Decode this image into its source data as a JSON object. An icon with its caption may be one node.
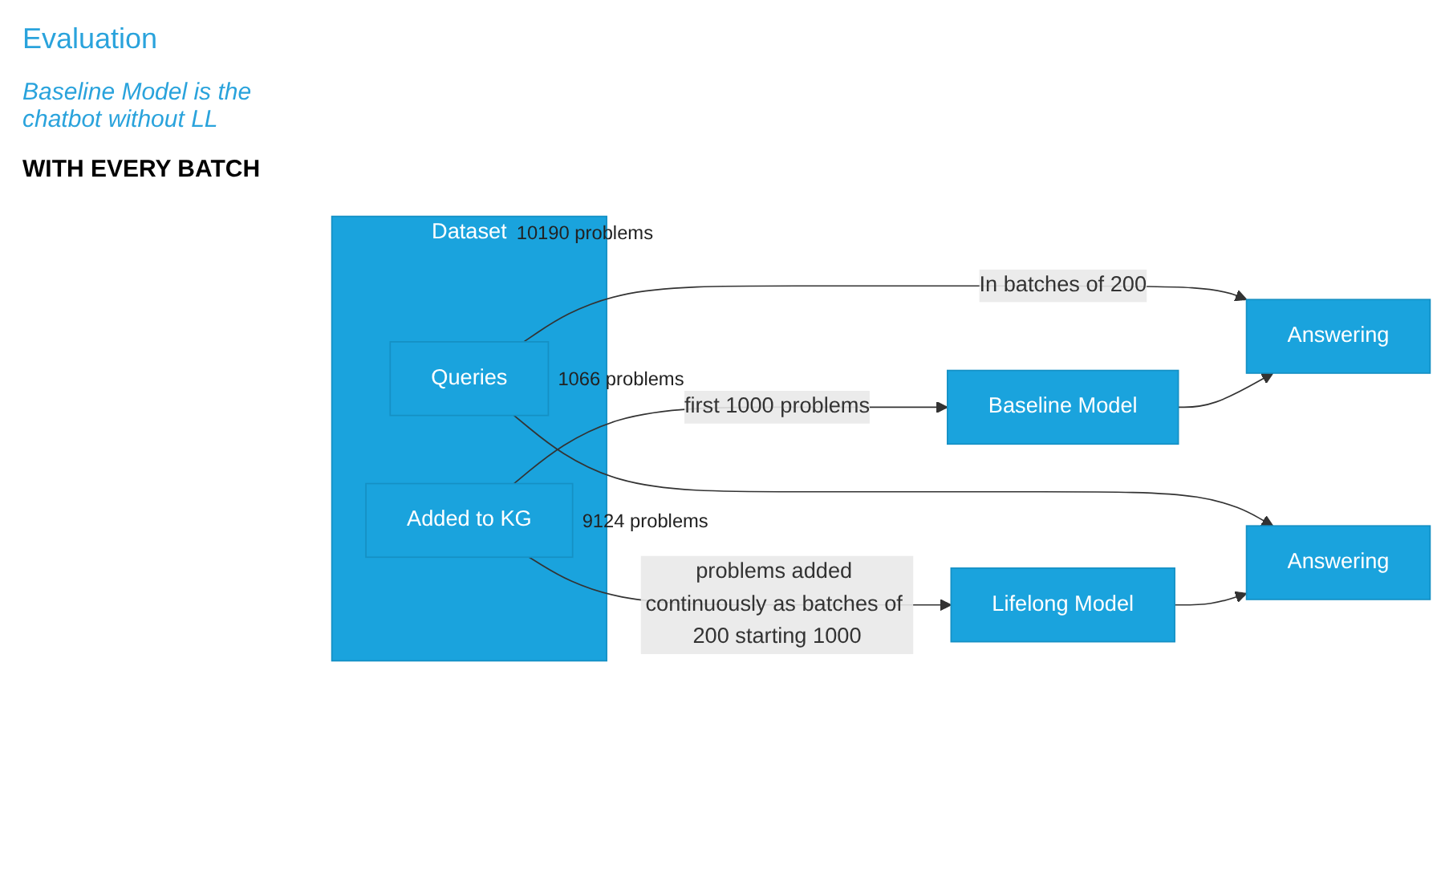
{
  "diagram": {
    "nodes": [
      {
        "text": [
          "Dataset"
        ],
        "beside": [
          "10190 problems"
        ]
      },
      {
        "text": [
          "Added to KG"
        ],
        "in": 0,
        "beside": [
          "9124 problems"
        ]
      },
      {
        "text": [
          "Queries"
        ],
        "in": 0,
        "beside": [
          "1066 problems"
        ]
      },
      {
        "text": [
          "Baseline Model"
        ]
      },
      {
        "text": [
          "Answering"
        ]
      },
      {
        "text": [
          "Lifelong Model"
        ]
      },
      {
        "text": [
          "Answering"
        ]
      }
    ],
    "edges": [
      {
        "from": 1,
        "to": 3,
        "arrow": "to",
        "label": "first 1000 problems"
      },
      {
        "from": 1,
        "to": 5,
        "arrow": "to",
        "label": "problems added continuously as batches of 200 starting 1000"
      },
      {
        "from": 2,
        "to": 4,
        "arrow": "to",
        "label": "In batches of 200"
      },
      {
        "from": 2,
        "to": 6,
        "arrow": "to"
      },
      {
        "from": 3,
        "to": 4,
        "arrow": "to"
      },
      {
        "from": 5,
        "to": 6,
        "arrow": "to"
      }
    ],
    "labels": [
      "Evaluation",
      "Baseline Model is the chatbot without LL",
      "WITH EVERY BATCH"
    ]
  }
}
